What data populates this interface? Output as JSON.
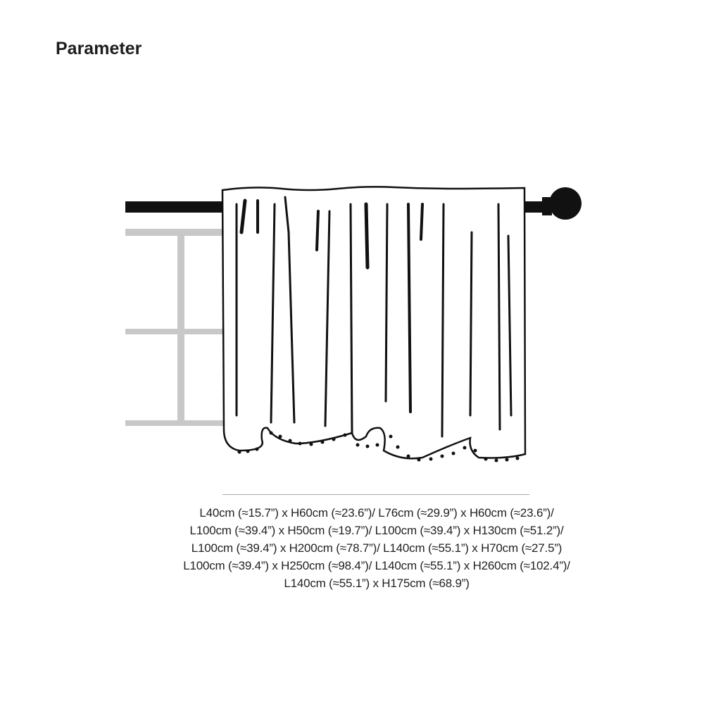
{
  "header": {
    "title": "Parameter"
  },
  "colors": {
    "frame": "#c8c8c8",
    "ink": "#111111"
  },
  "specs": {
    "lines": [
      "L40cm (≈15.7”) x H60cm (≈23.6”)/ L76cm (≈29.9”) x H60cm (≈23.6”)/",
      "L100cm (≈39.4”) x H50cm (≈19.7”)/ L100cm (≈39.4”) x H130cm (≈51.2”)/",
      "L100cm (≈39.4”) x H200cm (≈78.7”)/ L140cm (≈55.1”) x H70cm (≈27.5”)",
      "L100cm (≈39.4”) x H250cm (≈98.4”)/ L140cm (≈55.1”) x H260cm (≈102.4”)/",
      "L140cm (≈55.1”) x H175cm (≈68.9”)"
    ]
  }
}
